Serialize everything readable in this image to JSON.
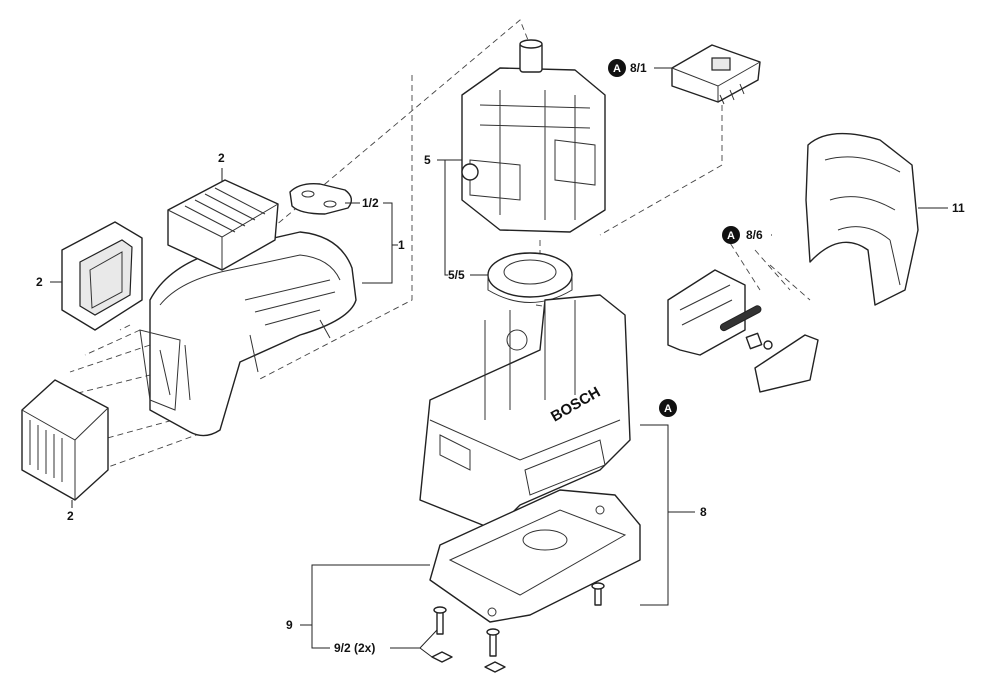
{
  "callouts": {
    "c1": "1",
    "c1_2": "1/2",
    "c2_top": "2",
    "c2_left": "2",
    "c2_bottom": "2",
    "c5": "5",
    "c5_5": "5/5",
    "c8_1": "8/1",
    "c8_6": "8/6",
    "c8": "8",
    "c9": "9",
    "c9_2": "9/2 (2x)",
    "c11": "11"
  },
  "badges": {
    "a1": "A",
    "a2": "A",
    "a3": "A"
  },
  "brand": {
    "housing_logo": "BOSCH"
  }
}
